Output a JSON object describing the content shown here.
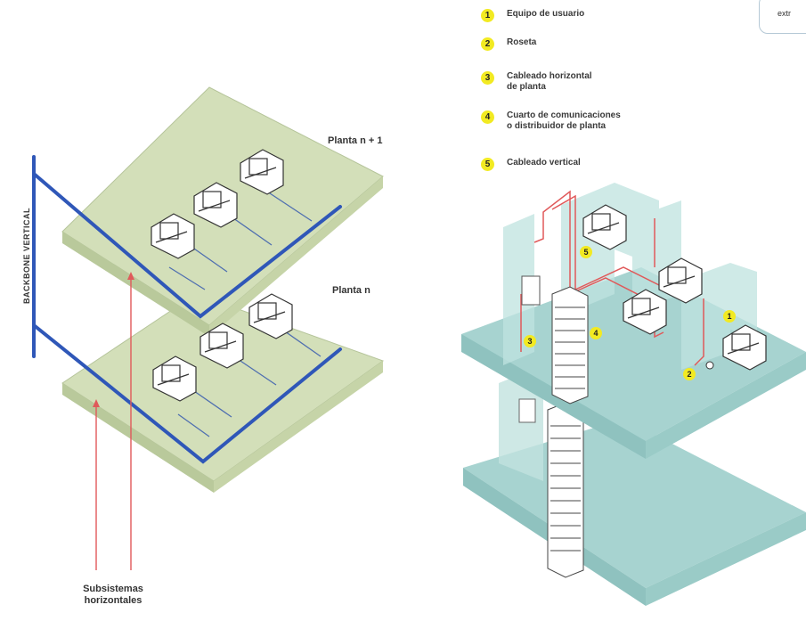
{
  "left_diagram": {
    "floor_upper_label": "Planta n + 1",
    "floor_lower_label": "Planta n",
    "backbone_label": "BACKBONE VERTICAL",
    "subsystems_label_line1": "Subsistemas",
    "subsystems_label_line2": "horizontales"
  },
  "legend": {
    "items": [
      {
        "num": "1",
        "text": "Equipo de usuario"
      },
      {
        "num": "2",
        "text": "Roseta"
      },
      {
        "num": "3",
        "text": "Cableado horizontal\nde planta"
      },
      {
        "num": "4",
        "text": "Cuarto de comunicaciones\no distribuidor de planta"
      },
      {
        "num": "5",
        "text": "Cableado vertical"
      }
    ]
  },
  "corner_text": "extr",
  "right_diagram": {
    "tags": [
      "1",
      "2",
      "3",
      "4",
      "5"
    ]
  },
  "colors": {
    "floor_green": "#d3dfb9",
    "floor_teal": "#a7d3d0",
    "backbone_blue": "#2f57b8",
    "cable_red": "#e0595a",
    "badge_yellow": "#f2ea22"
  }
}
